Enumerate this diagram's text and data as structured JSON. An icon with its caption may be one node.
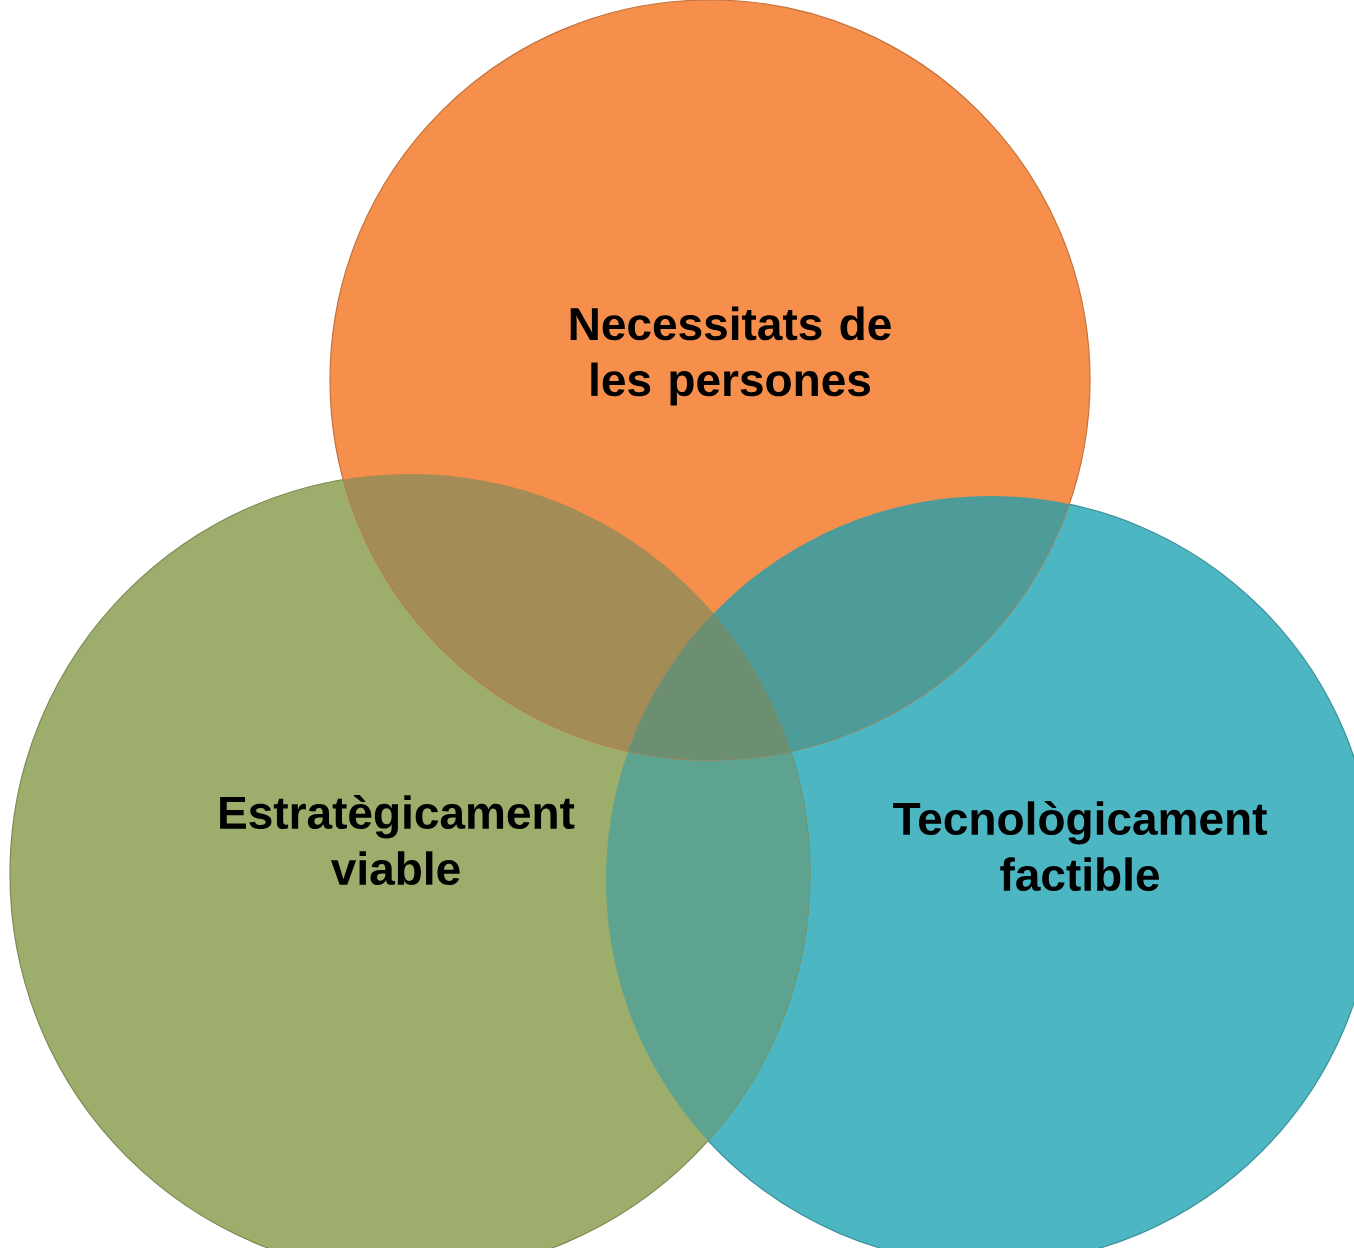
{
  "diagram": {
    "nodes": [
      {
        "text": [
          "Necessitats de les persones"
        ]
      },
      {
        "text": [
          "Estratègicament viable"
        ]
      },
      {
        "text": [
          "Tecnològicament factible"
        ]
      }
    ]
  }
}
